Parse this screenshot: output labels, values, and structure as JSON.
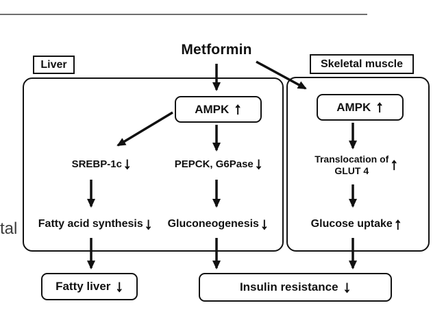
{
  "fragment_text": "tal",
  "colors": {
    "ink": "#111111",
    "divider_gray": "#6e6e6e",
    "background": "#ffffff"
  },
  "diagram": {
    "drug_label": "Metformin",
    "liver": {
      "region_label": "Liver",
      "ampk": {
        "label": "AMPK",
        "arrow": "↑"
      },
      "srebp1c": {
        "label": "SREBP-1c",
        "arrow": "↓"
      },
      "pepck_g6pase": {
        "label": "PEPCK, G6Pase",
        "arrow": "↓"
      },
      "fatty_acid_synthesis": {
        "label": "Fatty acid synthesis",
        "arrow": "↓"
      },
      "gluconeogenesis": {
        "label": "Gluconeogenesis",
        "arrow": "↓"
      },
      "outcome": {
        "label": "Fatty liver",
        "arrow": "↓"
      }
    },
    "skeletal_muscle": {
      "region_label": "Skeletal muscle",
      "ampk": {
        "label": "AMPK",
        "arrow": "↑"
      },
      "glut4": {
        "line1": "Translocation of",
        "line2": "GLUT 4",
        "arrow": "↑"
      },
      "glucose_uptake": {
        "label": "Glucose uptake",
        "arrow": "↑"
      }
    },
    "shared_outcome": {
      "label": "Insulin resistance",
      "arrow": "↓"
    }
  }
}
